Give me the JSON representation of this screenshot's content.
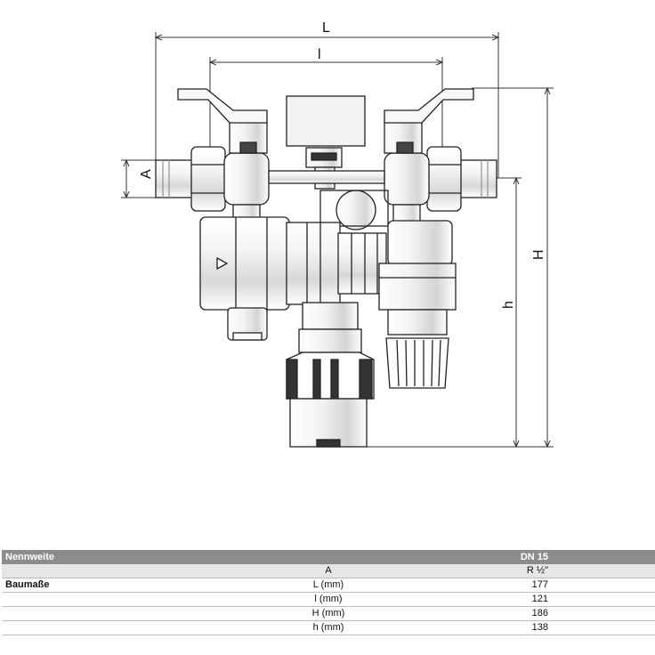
{
  "dimension_labels": {
    "L": "L",
    "l": "l",
    "A": "A",
    "H": "H",
    "h": "h"
  },
  "table": {
    "header": {
      "label": "Nennweite",
      "value": "DN 15"
    },
    "group_label": "Baumaße",
    "rows": [
      {
        "name": "A",
        "value": "R ½\""
      },
      {
        "name": "L (mm)",
        "value": "177"
      },
      {
        "name": "l (mm)",
        "value": "121"
      },
      {
        "name": "H (mm)",
        "value": "186"
      },
      {
        "name": "h (mm)",
        "value": "138"
      }
    ]
  }
}
